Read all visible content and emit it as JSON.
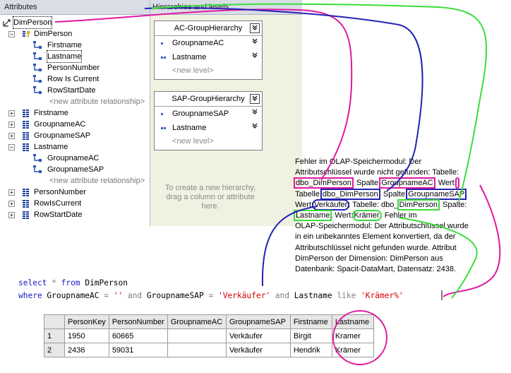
{
  "attributes_pane": {
    "title": "Attributes",
    "root": "DimPerson",
    "items": [
      {
        "label": "DimPerson",
        "level": 1,
        "expander": "−",
        "icon": "key-hierarchy-icon"
      },
      {
        "label": "Firstname",
        "level": 2,
        "icon": "attribute-relationship-icon"
      },
      {
        "label": "Lastname",
        "level": 2,
        "icon": "attribute-relationship-icon"
      },
      {
        "label": "PersonNumber",
        "level": 2,
        "icon": "attribute-relationship-icon"
      },
      {
        "label": "Row Is Current",
        "level": 2,
        "icon": "attribute-relationship-icon"
      },
      {
        "label": "RowStartDate",
        "level": 2,
        "icon": "attribute-relationship-icon"
      },
      {
        "label": "<new attribute relationship>",
        "level": 2,
        "muted": true
      },
      {
        "label": "Firstname",
        "level": 1,
        "expander": "+",
        "icon": "attribute-icon"
      },
      {
        "label": "GroupnameAC",
        "level": 1,
        "expander": "+",
        "icon": "attribute-icon"
      },
      {
        "label": "GroupnameSAP",
        "level": 1,
        "expander": "+",
        "icon": "attribute-icon"
      },
      {
        "label": "Lastname",
        "level": 1,
        "expander": "−",
        "icon": "attribute-icon"
      },
      {
        "label": "GroupnameAC",
        "level": 2,
        "icon": "attribute-relationship-icon"
      },
      {
        "label": "GroupnameSAP",
        "level": 2,
        "icon": "attribute-relationship-icon"
      },
      {
        "label": "<new attribute relationship>",
        "level": 2,
        "muted": true
      },
      {
        "label": "PersonNumber",
        "level": 1,
        "expander": "+",
        "icon": "attribute-icon"
      },
      {
        "label": "RowIsCurrent",
        "level": 1,
        "expander": "+",
        "icon": "attribute-icon"
      },
      {
        "label": "RowStartDate",
        "level": 1,
        "expander": "+",
        "icon": "attribute-icon"
      }
    ]
  },
  "hierarchies_pane": {
    "title": "Hierarchies and levels",
    "hierarchies": [
      {
        "name": "AC-GroupHierarchy",
        "levels": [
          "GroupnameAC",
          "Lastname"
        ],
        "new_level": "<new level>"
      },
      {
        "name": "SAP-GroupHierarchy",
        "levels": [
          "GroupnameSAP",
          "Lastname"
        ],
        "new_level": "<new level>"
      }
    ],
    "hint": [
      "To create a new hierarchy,",
      "drag a column or attribute",
      "here."
    ]
  },
  "error": {
    "l1": "Fehler im OLAP-Speichermodul: Der",
    "l2": "Attributschlüssel wurde nicht gefunden: Tabelle:",
    "l3a": "dbo_DimPerson",
    "l3b": ", Spalte:",
    "l3c": "GroupnameAC",
    "l3d": ", Wert:",
    "l3e": " ",
    "l4a": "Tabelle:",
    "l4b": "dbo_DimPerson",
    "l4c": ", Spalte:",
    "l4d": "GroupnameSAP",
    "l5a": "Wert:",
    "l5b": "Verkäufer",
    "l5c": "; Tabelle: dbo_",
    "l5d": "DimPerson",
    "l5e": ", Spalte:",
    "l6a": "Lastname",
    "l6b": ", Wert:",
    "l6c": "Krämer",
    "l6d": ". Fehler im",
    "l7": "OLAP-Speichermodul: Der Attributschlüssel wurde",
    "l8": "in ein unbekanntes Element konvertiert, da der",
    "l9": "Attributschlüssel nicht gefunden wurde. Attribut",
    "l10": "DimPerson der Dimension: DimPerson aus",
    "l11": "Datenbank: Spacit-DataMart, Datensatz: 2438."
  },
  "sql": {
    "l1_kw1": "select",
    "l1_star": " * ",
    "l1_kw2": "from",
    "l1_tbl": " DimPerson",
    "l2_kw": "where",
    "l2_c1": " GroupnameAC ",
    "l2_eq1": "=",
    "l2_v1": " ''",
    "l2_and1": " and",
    "l2_c2": " GroupnameSAP ",
    "l2_eq2": "=",
    "l2_v2": " 'Verkäufer'",
    "l2_and2": " and",
    "l2_c3": " Lastname ",
    "l2_like": "like",
    "l2_v3": " 'Krämer%'"
  },
  "results": {
    "columns": [
      "PersonKey",
      "PersonNumber",
      "GroupnameAC",
      "GroupnameSAP",
      "Firstname",
      "Lastname"
    ],
    "rows": [
      {
        "n": "1",
        "cells": [
          "1950",
          "60665",
          "",
          "Verkäufer",
          "Birgit",
          "Kramer"
        ]
      },
      {
        "n": "2",
        "cells": [
          "2436",
          "59031",
          "",
          "Verkäufer",
          "Hendrik",
          "Krämer"
        ]
      }
    ]
  },
  "annotation_colors": {
    "magenta": "#e0199f",
    "blue": "#2323b4",
    "green": "#3bdd3b"
  }
}
